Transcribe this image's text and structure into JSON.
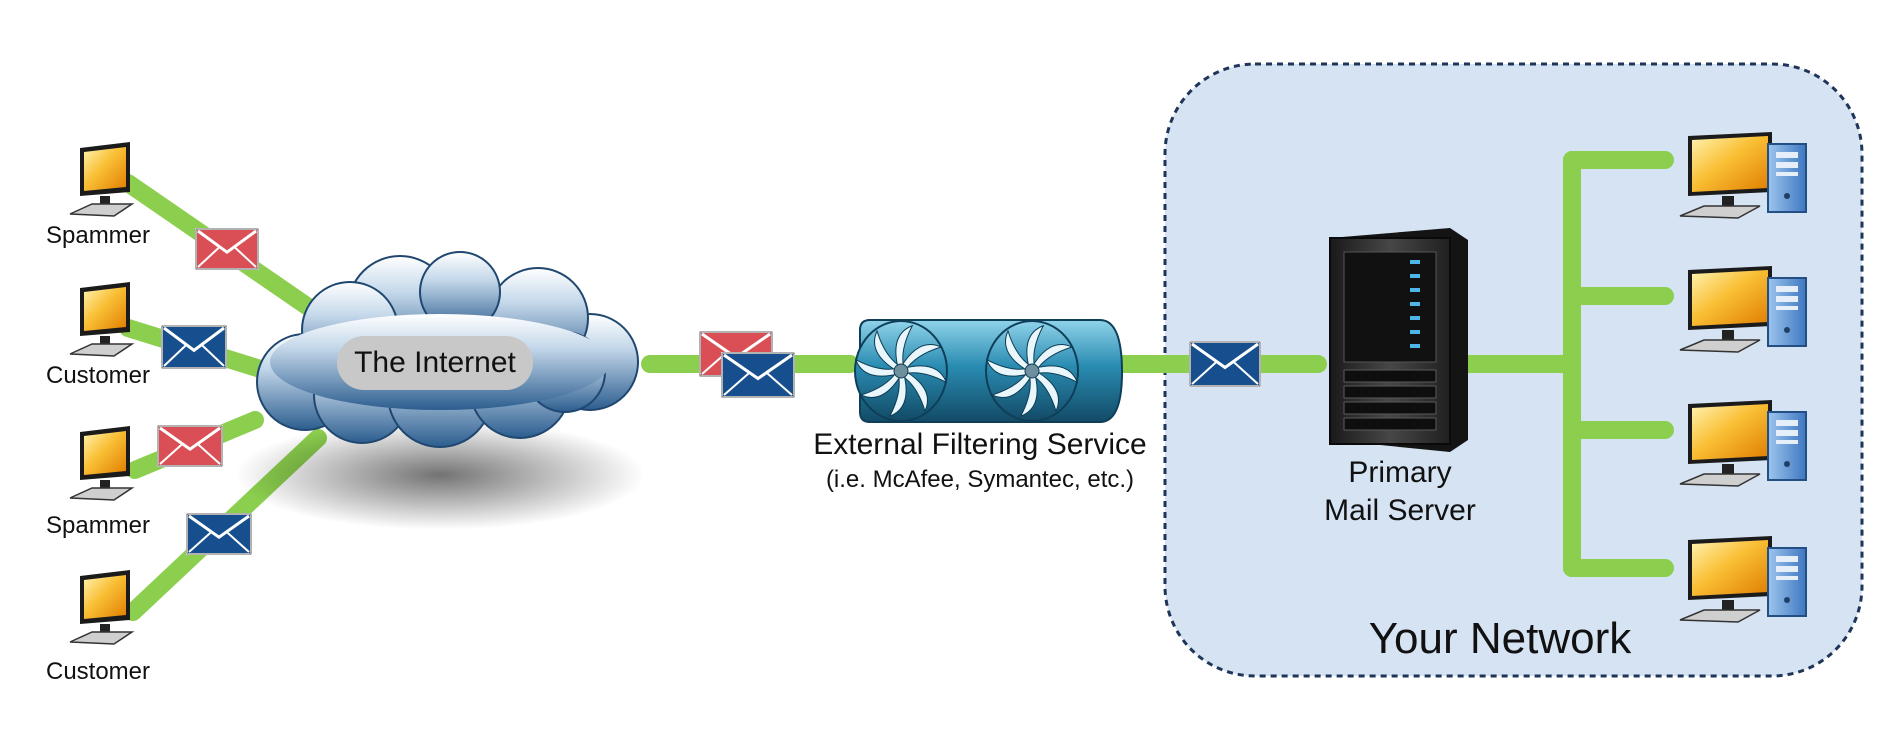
{
  "left_devices": [
    {
      "label": "Spammer",
      "message": "spam"
    },
    {
      "label": "Customer",
      "message": "legit"
    },
    {
      "label": "Spammer",
      "message": "spam"
    },
    {
      "label": "Customer",
      "message": "legit"
    }
  ],
  "internet_label": "The Internet",
  "filter": {
    "title": "External Filtering Service",
    "subtitle": "(i.e. McAfee, Symantec, etc.)"
  },
  "mail_server": {
    "line1": "Primary",
    "line2": "Mail Server"
  },
  "network_label": "Your Network",
  "colors": {
    "link": "#8ccf4e",
    "network_fill": "#d5e3f3",
    "network_border": "#1e3558",
    "spam_envelope": "#d94f55",
    "legit_envelope": "#174f8e",
    "cloud": "#3e6f9f",
    "filter": "#2b8bb0",
    "server": "#2d2d2d",
    "monitor": "#f7a51c",
    "tower": "#6e9fd6"
  }
}
